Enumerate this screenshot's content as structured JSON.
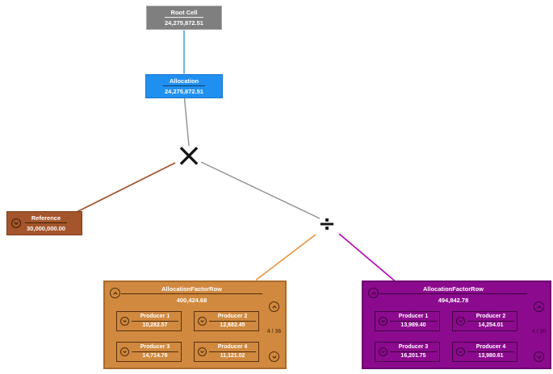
{
  "diagram": {
    "root": {
      "title": "Root Cell",
      "value": "24,275,872.51"
    },
    "allocation": {
      "title": "Allocation",
      "value": "24,275,872.51"
    },
    "multiply_symbol": "×",
    "divide_symbol": "÷",
    "reference": {
      "title": "Reference",
      "value": "30,000,000.00"
    },
    "numerator": {
      "title": "AllocationFactorRow",
      "value": "400,424.68",
      "pager": "4 / 36",
      "producers": [
        {
          "title": "Producer 1",
          "value": "10,282.57"
        },
        {
          "title": "Producer 2",
          "value": "12,682.45"
        },
        {
          "title": "Producer 3",
          "value": "14,714.78"
        },
        {
          "title": "Producer 4",
          "value": "11,121.02"
        }
      ]
    },
    "denominator": {
      "title": "AllocationFactorRow",
      "value": "494,842.78",
      "pager": "4 / 36",
      "producers": [
        {
          "title": "Producer 1",
          "value": "13,989.40"
        },
        {
          "title": "Producer 2",
          "value": "14,254.01"
        },
        {
          "title": "Producer 3",
          "value": "16,201.75"
        },
        {
          "title": "Producer 4",
          "value": "13,980.61"
        }
      ]
    },
    "icons": {
      "collapse": "chevron-up-in-circle",
      "expand": "chevron-down-in-circle"
    },
    "colors": {
      "root_gray": "#7f7f7f",
      "allocation_blue": "#2090f0",
      "reference_brown": "#a5552b",
      "factor_orange": "#d0893f",
      "factor_purple": "#8c0a8e",
      "edge_blue": "#4fa3f0",
      "edge_gray": "#8f8f8f",
      "edge_brown": "#a8542a",
      "edge_orange": "#e8943f",
      "edge_magenta": "#b30fb3"
    }
  }
}
